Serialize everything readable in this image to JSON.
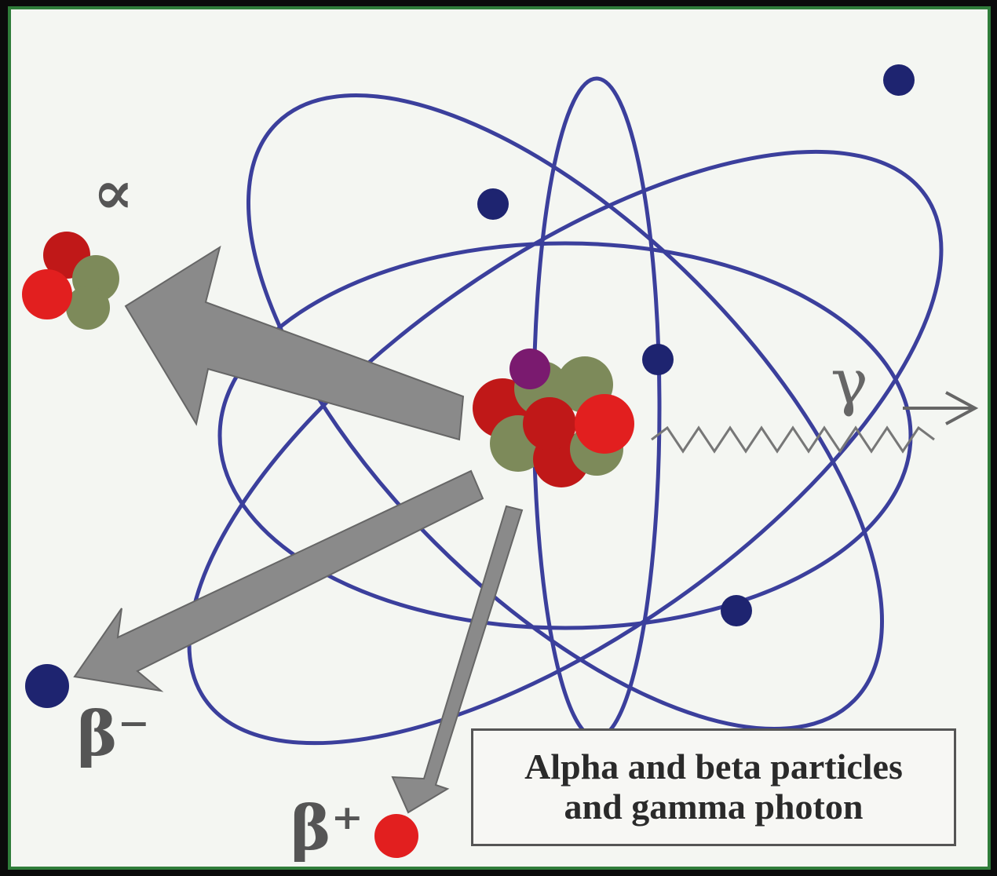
{
  "caption": {
    "text": "Alpha and beta particles\nand gamma photon"
  },
  "symbols": {
    "alpha": "∝",
    "gamma": "γ",
    "beta_minus": "β⁻",
    "beta_plus": "β⁺"
  },
  "colors": {
    "orbit": "#3b3f9c",
    "electron": "#1e2470",
    "proton": "#d81f1f",
    "neutron": "#7d8a5a",
    "arrow": "#8a8a8a",
    "frame_border": "#2f7d3a"
  }
}
